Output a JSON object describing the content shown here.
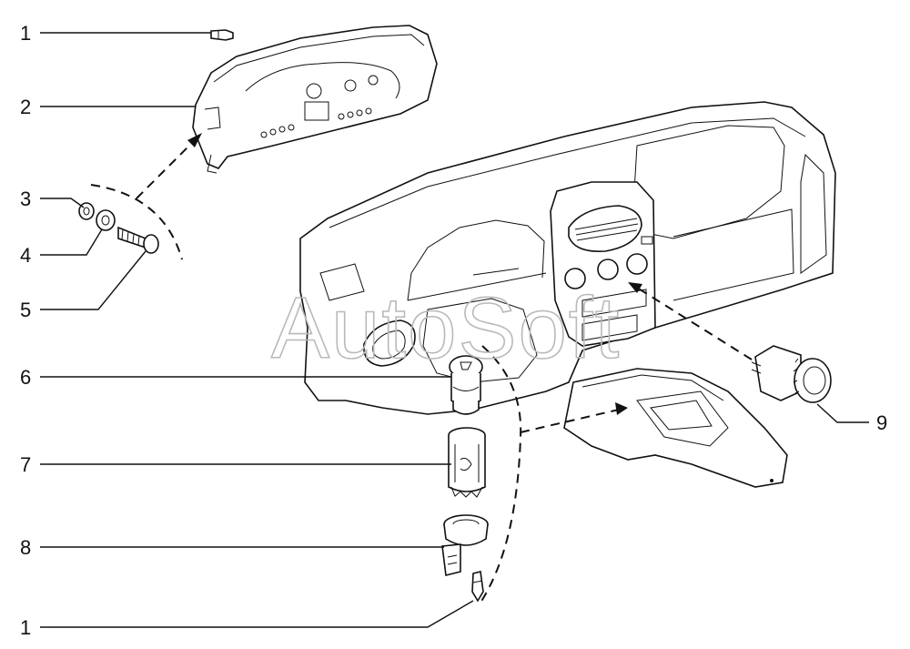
{
  "watermark": "AutoSoft",
  "callouts": [
    {
      "label": "1"
    },
    {
      "label": "2"
    },
    {
      "label": "3"
    },
    {
      "label": "4"
    },
    {
      "label": "5"
    },
    {
      "label": "6"
    },
    {
      "label": "7"
    },
    {
      "label": "8"
    },
    {
      "label": "1"
    },
    {
      "label": "9"
    }
  ]
}
